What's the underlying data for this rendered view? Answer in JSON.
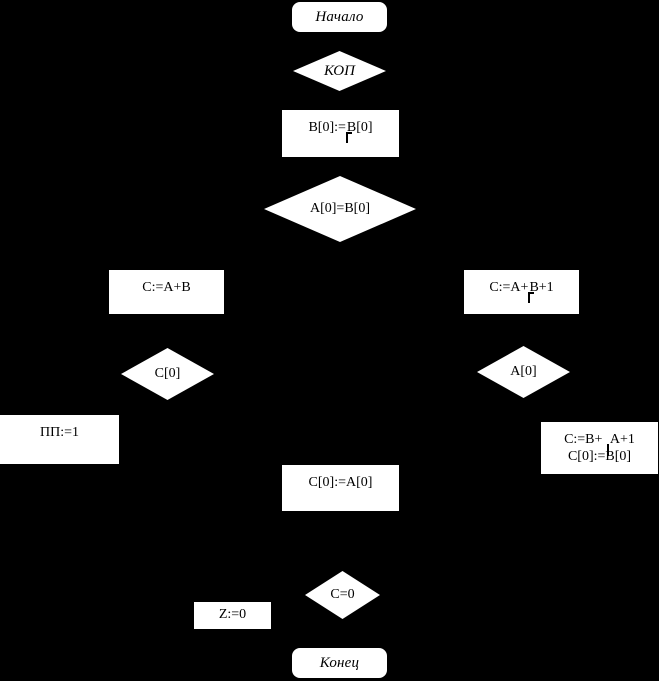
{
  "diagram": {
    "title": "Flowchart (ALU operation control)",
    "background_color": "#000000",
    "shape_fill": "#ffffff",
    "text_color": "#000000",
    "nodes": [
      {
        "id": "start",
        "type": "terminator",
        "label": "Начало"
      },
      {
        "id": "kop",
        "type": "decision",
        "label": "КОП"
      },
      {
        "id": "invert_b0",
        "type": "process",
        "label_parts": [
          "B[0]:=",
          "¬",
          "B[0]"
        ],
        "label": "B[0]:=¬B[0]"
      },
      {
        "id": "cmp_a0_b0",
        "type": "decision",
        "label": "A[0]=B[0]"
      },
      {
        "id": "c_eq_a_plus_b",
        "type": "process",
        "label": "C:=A+B"
      },
      {
        "id": "c_eq_a_plus_nb_1",
        "type": "process",
        "label_parts": [
          "C:=A+",
          "¬",
          "B+1"
        ],
        "label": "C:=A+¬B+1"
      },
      {
        "id": "test_c0",
        "type": "decision",
        "label": "C[0]"
      },
      {
        "id": "test_a0",
        "type": "decision",
        "label": "A[0]"
      },
      {
        "id": "pp_eq_1",
        "type": "process",
        "label": "ПП:=1"
      },
      {
        "id": "c_eq_b_plus_na_1",
        "type": "process",
        "label_line1_parts": [
          "C:=B+ ",
          "|",
          "A+1"
        ],
        "label_line1": "C:=B+ |A+1",
        "label_line2": "C[0]:=B[0]"
      },
      {
        "id": "c0_eq_a0",
        "type": "process",
        "label": "C[0]:=A[0]"
      },
      {
        "id": "c_is_zero",
        "type": "decision",
        "label": "C=0"
      },
      {
        "id": "z_eq_0",
        "type": "process",
        "label": "Z:=0"
      },
      {
        "id": "end",
        "type": "terminator",
        "label": "Конец"
      }
    ]
  }
}
